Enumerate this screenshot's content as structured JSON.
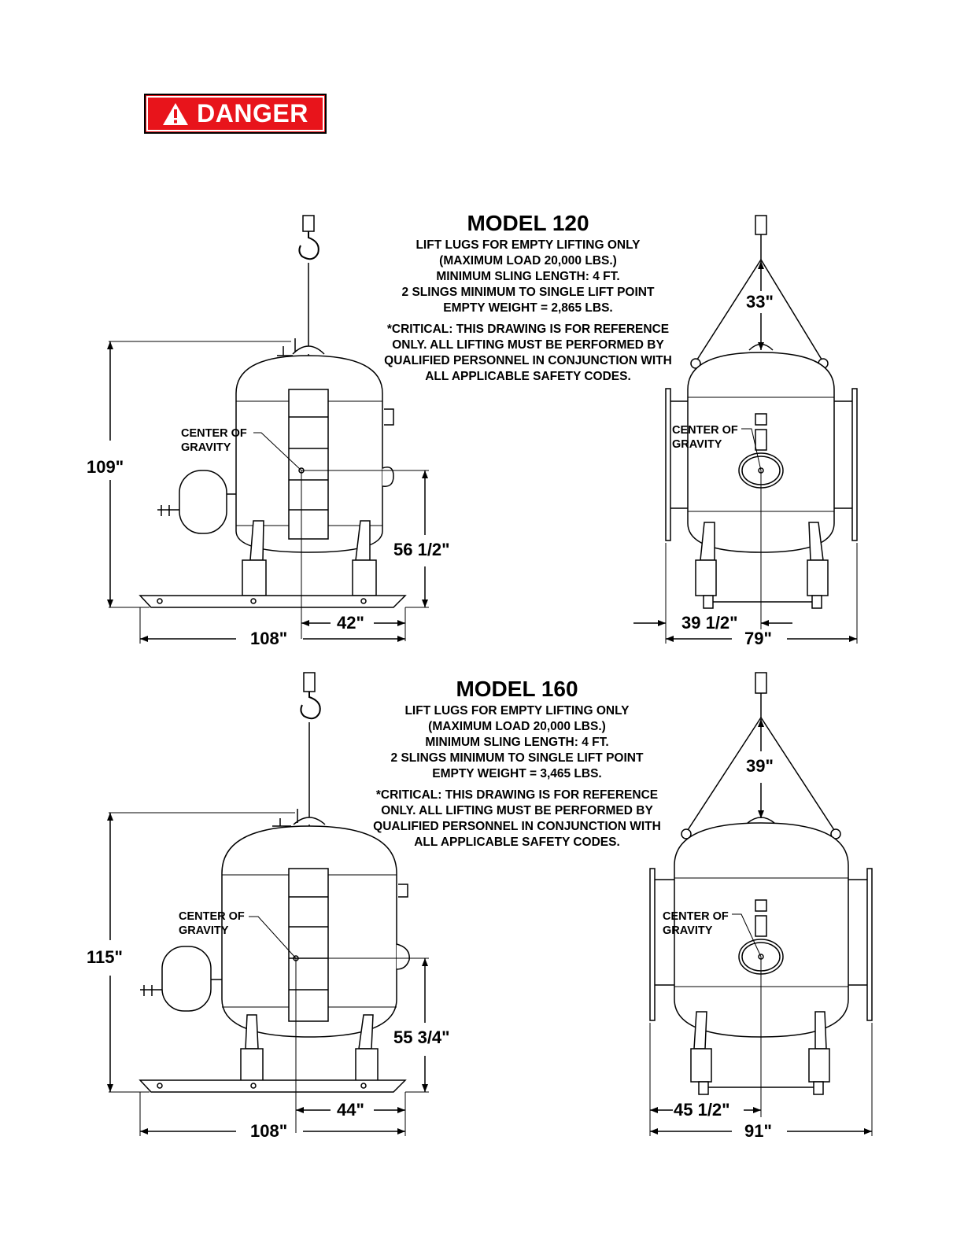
{
  "warning": {
    "icon": "warning-triangle-icon",
    "label": "DANGER",
    "background_color": "#e8141b"
  },
  "models": [
    {
      "title": "MODEL 120",
      "specs": [
        "LIFT LUGS FOR EMPTY LIFTING ONLY",
        "(MAXIMUM LOAD 20,000 LBS.)",
        "MINIMUM SLING LENGTH: 4 FT.",
        "2 SLINGS MINIMUM TO SINGLE LIFT POINT",
        "EMPTY WEIGHT = 2,865 LBS."
      ],
      "critical": [
        "*CRITICAL: THIS DRAWING IS FOR REFERENCE",
        "ONLY. ALL LIFTING MUST BE PERFORMED BY",
        "QUALIFIED PERSONNEL IN CONJUNCTION WITH",
        "ALL APPLICABLE SAFETY CODES."
      ],
      "side_view": {
        "height": "109\"",
        "cog_height": "56 1/2\"",
        "cog_offset": "42\"",
        "length": "108\"",
        "cog_label_line1": "CENTER OF",
        "cog_label_line2": "GRAVITY"
      },
      "end_view": {
        "sling_height": "33\"",
        "cog_offset": "39 1/2\"",
        "width": "79\"",
        "cog_label_line1": "CENTER OF",
        "cog_label_line2": "GRAVITY"
      }
    },
    {
      "title": "MODEL 160",
      "specs": [
        "LIFT LUGS FOR EMPTY LIFTING ONLY",
        "(MAXIMUM LOAD 20,000 LBS.)",
        "MINIMUM SLING LENGTH: 4 FT.",
        "2 SLINGS MINIMUM TO SINGLE LIFT POINT",
        "EMPTY WEIGHT = 3,465 LBS."
      ],
      "critical": [
        "*CRITICAL: THIS DRAWING IS FOR REFERENCE",
        "ONLY. ALL LIFTING MUST BE PERFORMED BY",
        "QUALIFIED PERSONNEL IN CONJUNCTION WITH",
        "ALL APPLICABLE SAFETY CODES."
      ],
      "side_view": {
        "height": "115\"",
        "cog_height": "55 3/4\"",
        "cog_offset": "44\"",
        "length": "108\"",
        "cog_label_line1": "CENTER OF",
        "cog_label_line2": "GRAVITY"
      },
      "end_view": {
        "sling_height": "39\"",
        "cog_offset": "45 1/2\"",
        "width": "91\"",
        "cog_label_line1": "CENTER OF",
        "cog_label_line2": "GRAVITY"
      }
    }
  ]
}
